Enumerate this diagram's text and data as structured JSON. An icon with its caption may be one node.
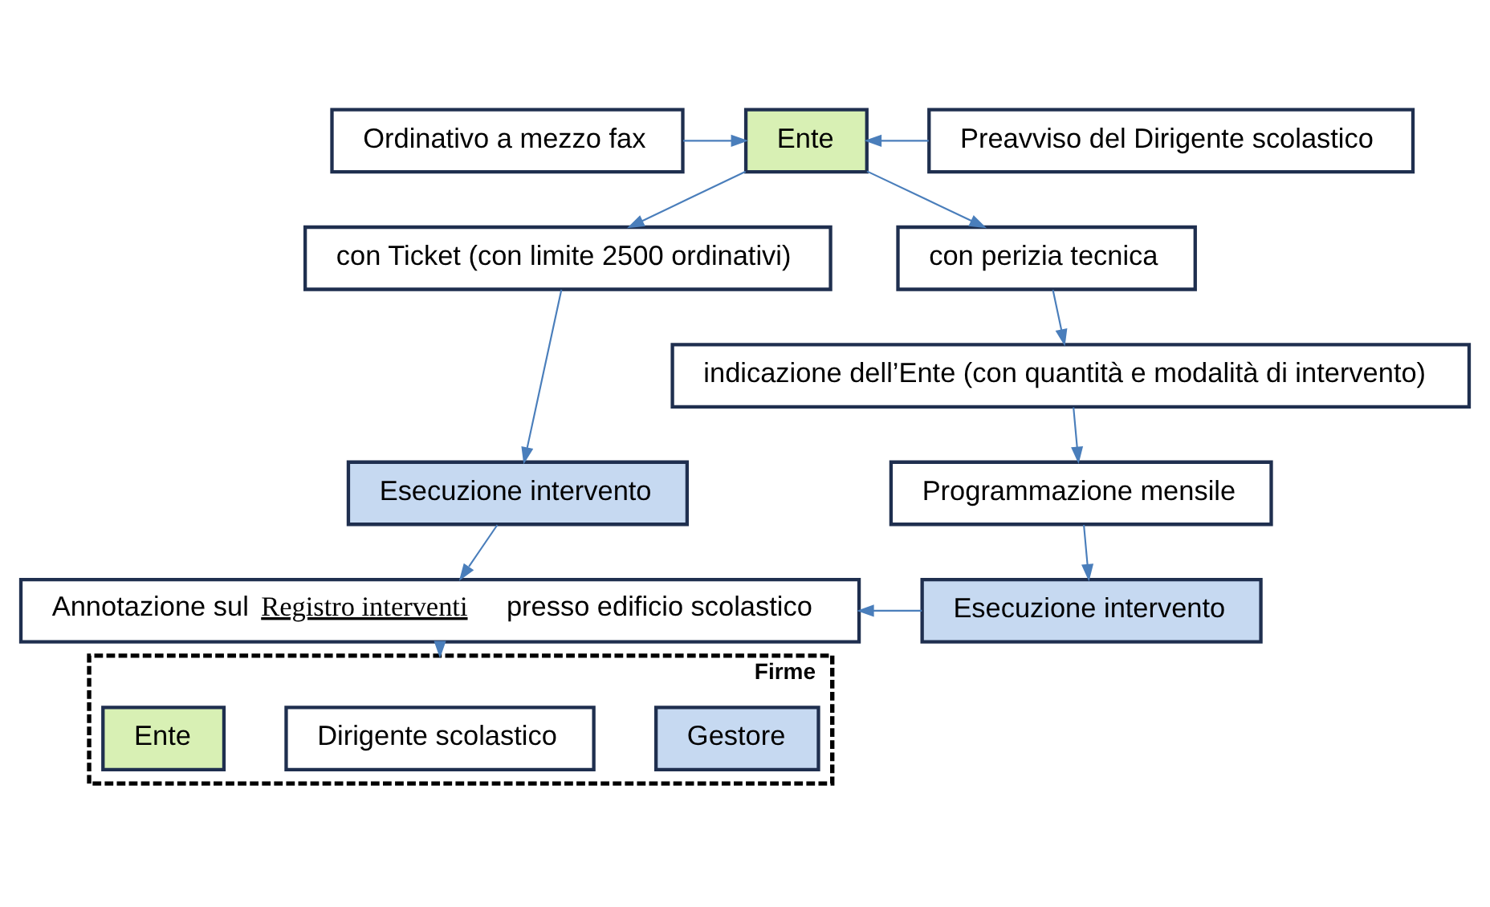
{
  "diagram": {
    "nodes": [
      {
        "text": [
          "Ordinativo a mezzo fax"
        ]
      },
      {
        "text": [
          "Ente"
        ]
      },
      {
        "text": [
          "Preavviso del Dirigente scolastico"
        ]
      },
      {
        "text": [
          "con Ticket (con limite 2500 ordinativi)"
        ]
      },
      {
        "text": [
          "con perizia tecnica"
        ]
      },
      {
        "text": [
          "Esecuzione intervento"
        ]
      },
      {
        "text": [
          "indicazione dell’Ente (con quantità e modalità di intervento)"
        ]
      },
      {
        "text": [
          "Programmazione mensile"
        ]
      },
      {
        "text": [
          "Annotazione sul **Registro interventi** presso edificio scolastico"
        ]
      },
      {
        "text": [
          "Esecuzione intervento"
        ]
      },
      {
        "text": [
          "Firme"
        ]
      },
      {
        "text": [
          "Gestore"
        ],
        "in": 10
      },
      {
        "text": [
          "Dirigente scolastico"
        ],
        "in": 10
      },
      {
        "text": [
          "Ente"
        ],
        "in": 10
      }
    ],
    "edges": [
      {
        "from": 0,
        "to": 1,
        "arrow": "to"
      },
      {
        "from": 2,
        "to": 1,
        "arrow": "to"
      },
      {
        "from": 1,
        "to": 3,
        "arrow": "to"
      },
      {
        "from": 1,
        "to": 4,
        "arrow": "to"
      },
      {
        "from": 3,
        "to": 5,
        "arrow": "to"
      },
      {
        "from": 4,
        "to": 6,
        "arrow": "to"
      },
      {
        "from": 6,
        "to": 7,
        "arrow": "to"
      },
      {
        "from": 7,
        "to": 9,
        "arrow": "to"
      },
      {
        "from": 5,
        "to": 8,
        "arrow": "to"
      },
      {
        "from": 9,
        "to": 8,
        "arrow": "to"
      },
      {
        "from": 8,
        "to": 10,
        "arrow": "to"
      }
    ]
  }
}
